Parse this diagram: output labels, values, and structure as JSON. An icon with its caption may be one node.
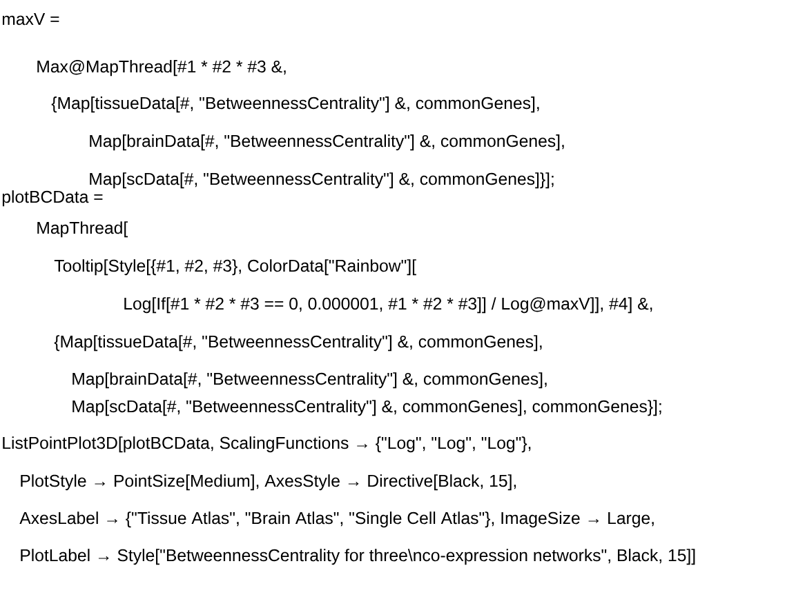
{
  "diagram": {
    "labels": [
      "maxV =",
      "Max@MapThread[#1 * #2 * #3 &,",
      "{Map[tissueData[#, \"BetweennessCentrality\"] &, commonGenes],",
      "Map[brainData[#, \"BetweennessCentrality\"] &, commonGenes],",
      "Map[scData[#, \"BetweennessCentrality\"] &, commonGenes]}];",
      "plotBCData =",
      "MapThread[",
      "Tooltip[Style[{#1, #2, #3}, ColorData[\"Rainbow\"][",
      "Log[If[#1 * #2 * #3 == 0, 0.000001, #1 * #2 * #3]] / Log@maxV]], #4] &,",
      "{Map[tissueData[#, \"BetweennessCentrality\"] &, commonGenes],",
      "Map[brainData[#, \"BetweennessCentrality\"] &, commonGenes],",
      "Map[scData[#, \"BetweennessCentrality\"] &, commonGenes], commonGenes}];",
      "ListPointPlot3D[plotBCData, ScalingFunctions → {\"Log\", \"Log\", \"Log\"},",
      "PlotStyle → PointSize[Medium], AxesStyle → Directive[Black, 15],",
      "AxesLabel → {\"Tissue Atlas\", \"Brain Atlas\", \"Single Cell Atlas\"}, ImageSize → Large,",
      "PlotLabel → Style[\"BetweennessCentrality for three\\nco-expression networks\", Black, 15]]"
    ]
  }
}
